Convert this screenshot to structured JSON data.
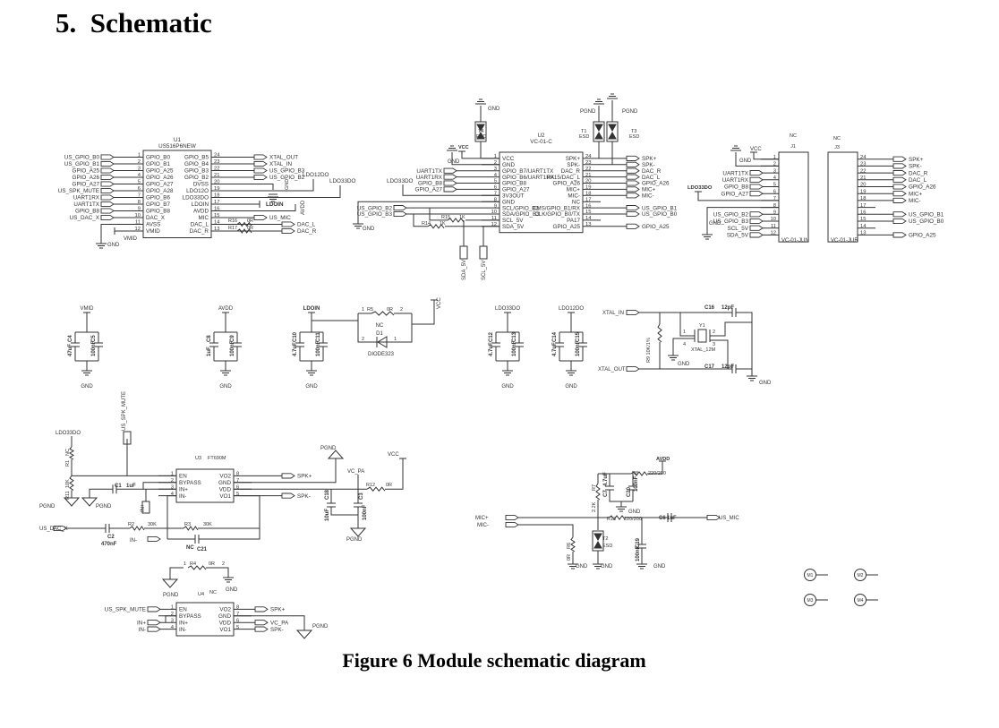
{
  "section_title": "5.  Schematic",
  "caption": "Figure 6 Module schematic diagram",
  "u1": {
    "ref": "U1",
    "part": "US516P6NEW",
    "left": [
      {
        "num": "1",
        "name": "GPIO_B0",
        "net": "US_GPIO_B0"
      },
      {
        "num": "2",
        "name": "GPIO_B1",
        "net": "US_GPIO_B1"
      },
      {
        "num": "3",
        "name": "GPIO_A25",
        "net": "GPIO_A25"
      },
      {
        "num": "4",
        "name": "GPIO_A26",
        "net": "GPIO_A26"
      },
      {
        "num": "5",
        "name": "GPIO_A27",
        "net": "GPIO_A27"
      },
      {
        "num": "6",
        "name": "GPIO_A28",
        "net": "US_SPK_MUTE"
      },
      {
        "num": "7",
        "name": "GPIO_B6",
        "net": "UART1RX"
      },
      {
        "num": "8",
        "name": "GPIO_B7",
        "net": "UART1TX"
      },
      {
        "num": "9",
        "name": "GPIO_B8",
        "net": "GPIO_B8"
      },
      {
        "num": "10",
        "name": "DAC_X",
        "net": "US_DAC_X"
      },
      {
        "num": "11",
        "name": "AVSS",
        "net": ""
      },
      {
        "num": "12",
        "name": "VMID",
        "net": ""
      }
    ],
    "right": [
      {
        "num": "24",
        "name": "GPIO_B5",
        "net": "XTAL_OUT"
      },
      {
        "num": "23",
        "name": "GPIO_B4",
        "net": "XTAL_IN"
      },
      {
        "num": "22",
        "name": "GPIO_B3",
        "net": "US_GPIO_B3"
      },
      {
        "num": "21",
        "name": "GPIO_B2",
        "net": "US_GPIO_B2"
      },
      {
        "num": "20",
        "name": "DVSS",
        "net": ""
      },
      {
        "num": "19",
        "name": "LDO12O",
        "net": ""
      },
      {
        "num": "18",
        "name": "LDO33DO",
        "net": ""
      },
      {
        "num": "17",
        "name": "LDOIN",
        "net": ""
      },
      {
        "num": "16",
        "name": "AVDD",
        "net": ""
      },
      {
        "num": "15",
        "name": "MIC",
        "net": "US_MIC"
      },
      {
        "num": "14",
        "name": "DAC_L",
        "net": "DAC_L"
      },
      {
        "num": "13",
        "name": "DAC_R",
        "net": "DAC_R"
      }
    ]
  },
  "u2": {
    "ref": "U2",
    "part": "VC-01-C",
    "left": [
      {
        "num": "1",
        "name": "VCC",
        "net": ""
      },
      {
        "num": "2",
        "name": "GND",
        "net": ""
      },
      {
        "num": "3",
        "name": "GPIO_B7/UART1TX",
        "net": "UART1TX"
      },
      {
        "num": "4",
        "name": "GPIO_B6/UART1RX",
        "net": "UART1RX"
      },
      {
        "num": "5",
        "name": "GPIO_B8",
        "net": "GPIO_B8"
      },
      {
        "num": "6",
        "name": "GPIO_A27",
        "net": "GPIO_A27"
      },
      {
        "num": "7",
        "name": "3V3OUT",
        "net": ""
      },
      {
        "num": "8",
        "name": "GND",
        "net": ""
      },
      {
        "num": "9",
        "name": "SCL/GPIO_B2",
        "net": "US_GPIO_B2"
      },
      {
        "num": "10",
        "name": "SDA/GPIO_B3",
        "net": "US_GPIO_B3"
      },
      {
        "num": "11",
        "name": "SCL_5V",
        "net": ""
      },
      {
        "num": "12",
        "name": "SDA_5V",
        "net": ""
      }
    ],
    "right": [
      {
        "num": "24",
        "name": "SPK+",
        "net": "SPK+"
      },
      {
        "num": "23",
        "name": "SPK-",
        "net": "SPK-"
      },
      {
        "num": "22",
        "name": "DAC_R",
        "net": "DAC_R"
      },
      {
        "num": "21",
        "name": "PA15/DAC_L",
        "net": "DAC_L"
      },
      {
        "num": "20",
        "name": "GPIO_A26",
        "net": "GPIO_A26"
      },
      {
        "num": "19",
        "name": "MIC+",
        "net": "MIC+"
      },
      {
        "num": "18",
        "name": "MIC-",
        "net": "MIC-"
      },
      {
        "num": "17",
        "name": "NC",
        "net": ""
      },
      {
        "num": "16",
        "name": "CMS/GPIO_B1/RX",
        "net": "US_GPIO_B1"
      },
      {
        "num": "15",
        "name": "CLK/GPIO_B0/TX",
        "net": "US_GPIO_B0"
      },
      {
        "num": "14",
        "name": "PA17",
        "net": ""
      },
      {
        "num": "13",
        "name": "GPIO_A25",
        "net": "GPIO_A25"
      }
    ]
  },
  "j1": {
    "left": [
      {
        "num": "1",
        "net": ""
      },
      {
        "num": "2",
        "net": ""
      },
      {
        "num": "3",
        "net": "UART1TX"
      },
      {
        "num": "4",
        "net": "UART1RX"
      },
      {
        "num": "5",
        "net": "GPIO_B8"
      },
      {
        "num": "6",
        "net": "GPIO_A27"
      },
      {
        "num": "7",
        "net": ""
      },
      {
        "num": "8",
        "net": ""
      },
      {
        "num": "9",
        "net": "US_GPIO_B2"
      },
      {
        "num": "10",
        "net": "US_GPIO_B3"
      },
      {
        "num": "11",
        "net": "SCL_5V"
      },
      {
        "num": "12",
        "net": "SDA_5V"
      }
    ]
  },
  "j3": {
    "right": [
      {
        "num": "24",
        "net": "SPK+"
      },
      {
        "num": "23",
        "net": "SPK-"
      },
      {
        "num": "22",
        "net": "DAC_R"
      },
      {
        "num": "21",
        "net": "DAC_L"
      },
      {
        "num": "20",
        "net": "GPIO_A26"
      },
      {
        "num": "19",
        "net": "MIC+"
      },
      {
        "num": "18",
        "net": "MIC-"
      },
      {
        "num": "17",
        "net": ""
      },
      {
        "num": "16",
        "net": "US_GPIO_B1"
      },
      {
        "num": "15",
        "net": "US_GPIO_B0"
      },
      {
        "num": "14",
        "net": ""
      },
      {
        "num": "13",
        "net": "GPIO_A25"
      }
    ]
  },
  "u3": {
    "left": [
      {
        "num": "1",
        "name": "EN",
        "net": ""
      },
      {
        "num": "2",
        "name": "BYPASS",
        "net": ""
      },
      {
        "num": "3",
        "name": "IN+",
        "net": ""
      },
      {
        "num": "4",
        "name": "IN-",
        "net": ""
      }
    ],
    "right": [
      {
        "num": "8",
        "name": "VO2",
        "net": "SPK+"
      },
      {
        "num": "7",
        "name": "GND",
        "net": ""
      },
      {
        "num": "6",
        "name": "VDD",
        "net": ""
      },
      {
        "num": "5",
        "name": "VO1",
        "net": "SPK-"
      }
    ]
  },
  "u4": {
    "left": [
      {
        "num": "1",
        "name": "EN",
        "net": "US_SPK_MUTE"
      },
      {
        "num": "2",
        "name": "BYPASS",
        "net": ""
      },
      {
        "num": "3",
        "name": "IN+",
        "net": "IN+"
      },
      {
        "num": "4",
        "name": "IN-",
        "net": "IN-"
      }
    ],
    "right": [
      {
        "num": "8",
        "name": "VO2",
        "net": "SPK+"
      },
      {
        "num": "7",
        "name": "GND",
        "net": ""
      },
      {
        "num": "6",
        "name": "VDD",
        "net": "VC_PA"
      },
      {
        "num": "5",
        "name": "VO1",
        "net": "SPK-"
      }
    ]
  },
  "decoupling": [
    {
      "net": "VMID",
      "gnd": "GND",
      "caps": [
        {
          "ref": "C4",
          "val": "47uF"
        },
        {
          "ref": "C5",
          "val": "100nF"
        }
      ]
    },
    {
      "net": "AVDD",
      "gnd": "GND",
      "caps": [
        {
          "ref": "C8",
          "val": "1uF"
        },
        {
          "ref": "C9",
          "val": "100nF"
        }
      ]
    },
    {
      "net": "LDOIN",
      "gnd": "GND",
      "caps": [
        {
          "ref": "C10",
          "val": "4.7uF"
        },
        {
          "ref": "C11",
          "val": "100nF"
        }
      ]
    },
    {
      "net": "LDO33DO",
      "gnd": "GND",
      "caps": [
        {
          "ref": "C12",
          "val": "4.7uF"
        },
        {
          "ref": "C13",
          "val": "100nF"
        }
      ]
    },
    {
      "net": "LDO12DO",
      "gnd": "GND",
      "caps": [
        {
          "ref": "C14",
          "val": "4.7uF"
        },
        {
          "ref": "C15",
          "val": "100nF"
        }
      ]
    }
  ],
  "labels": [
    "GND",
    "VMID",
    "LDO12DO",
    "LDO33DO",
    "LDOIN",
    "AVDD",
    "R16",
    "0R",
    "R17",
    "0R",
    "GND",
    "GND",
    "T4",
    "ESD",
    "VCC",
    "GND",
    "PGND",
    "PGND",
    "T1",
    "ESD",
    "T3",
    "ESD",
    "LDO33DO",
    "GND",
    "R15",
    "1K",
    "R14",
    "1K",
    "SDA_5V",
    "SCL_5V",
    "NC",
    "J1",
    "VCC",
    "GND",
    "LDO33DO",
    "GND",
    "VC-01-JUN",
    "NC",
    "J3",
    "VC-01-JUR",
    "1",
    "R5",
    "0R",
    "2",
    "NC",
    "D1",
    "2",
    "1",
    "DIODE323",
    "VCC",
    "XTAL_IN",
    "C16",
    "12pF",
    "Y1",
    "1",
    "2",
    "3",
    "4",
    "XTAL_12M",
    "GND",
    "R9 10K/1%",
    "XTAL_OUT",
    "C17",
    "12pF",
    "GND",
    "U3",
    "FT690M",
    "US_SPK_MUTE",
    "LDO33DO",
    "R1",
    "NC",
    "R11",
    "10K",
    "PGND",
    "PGND",
    "C1",
    "1uF",
    "IN+",
    "US_DAC_X",
    "C2",
    "470nF",
    "R2",
    "30K",
    "R3",
    "30K",
    "IN-",
    "NC",
    "C21",
    "PGND",
    "VC_PA",
    "VCC",
    "R12",
    "0R",
    "C18",
    "10uF",
    "C3",
    "100nF",
    "PGND",
    "1",
    "R4",
    "0R",
    "2",
    "PGND",
    "GND",
    "U4",
    "NC",
    "PGND",
    "AVDD",
    "R8",
    "220/200",
    "R7",
    "2.2K",
    "C7",
    "4.7uF",
    "C20",
    "100nF",
    "GND",
    "MIC+",
    "MIC-",
    "R13",
    "220/200",
    "C6",
    "1uF",
    "US_MIC",
    "R6",
    "0R",
    "T2",
    "ESD",
    "C19",
    "100nF",
    "GND",
    "GND",
    "GND",
    "M1",
    "M2",
    "M3",
    "M4"
  ]
}
